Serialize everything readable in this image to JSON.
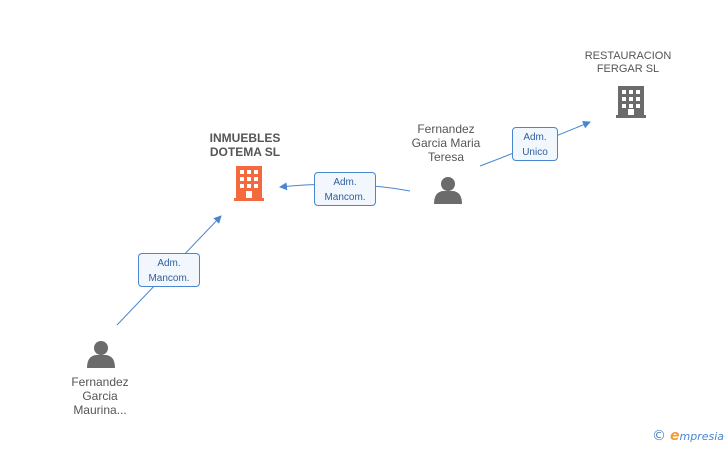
{
  "nodes": {
    "inmuebles": {
      "line1": "INMUEBLES",
      "line2": "DOTEMA SL",
      "color": "#f26a3d"
    },
    "restauracion": {
      "line1": "RESTAURACION",
      "line2": "FERGAR SL",
      "color": "#6b6b6b"
    },
    "teresa": {
      "line1": "Fernandez",
      "line2": "Garcia Maria",
      "line3": "Teresa"
    },
    "maurina": {
      "line1": "Fernandez",
      "line2": "Garcia",
      "line3": "Maurina..."
    }
  },
  "edges": {
    "maurina_to_inmuebles": {
      "line1": "Adm.",
      "line2": "Mancom."
    },
    "teresa_to_inmuebles": {
      "line1": "Adm.",
      "line2": "Mancom."
    },
    "teresa_to_restauracion": {
      "line1": "Adm.",
      "line2": "Unico"
    }
  },
  "colors": {
    "edge": "#4a86d0",
    "person": "#6b6b6b"
  },
  "footer": {
    "copyright": "©",
    "brand_initial": "e",
    "brand_rest": "mpresia"
  }
}
